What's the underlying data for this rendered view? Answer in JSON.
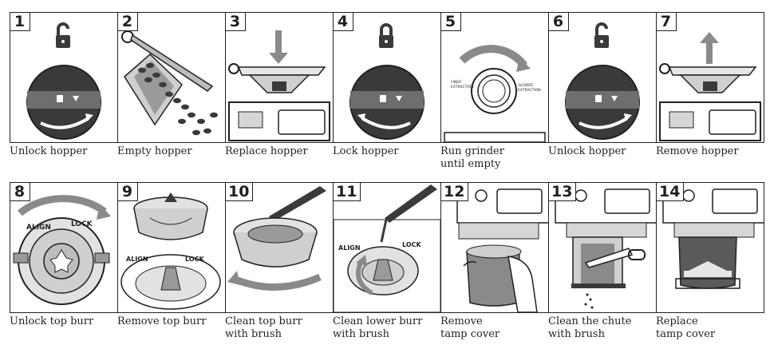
{
  "steps": [
    {
      "number": "1",
      "caption": "Unlock hopper"
    },
    {
      "number": "2",
      "caption": "Empty hopper"
    },
    {
      "number": "3",
      "caption": "Replace hopper"
    },
    {
      "number": "4",
      "caption": "Lock hopper"
    },
    {
      "number": "5",
      "caption": "Run grinder\nuntil empty"
    },
    {
      "number": "6",
      "caption": "Unlock hopper"
    },
    {
      "number": "7",
      "caption": "Remove hopper"
    },
    {
      "number": "8",
      "caption": "Unlock top burr"
    },
    {
      "number": "9",
      "caption": "Remove top burr"
    },
    {
      "number": "10",
      "caption": "Clean top burr\nwith brush"
    },
    {
      "number": "11",
      "caption": "Clean lower burr\nwith brush"
    },
    {
      "number": "12",
      "caption": "Remove\ntamp cover"
    },
    {
      "number": "13",
      "caption": "Clean the chute\nwith brush"
    },
    {
      "number": "14",
      "caption": "Replace\ntamp cover"
    }
  ],
  "dial_labels": {
    "align": "ALIGN",
    "lock": "LOCK"
  },
  "grind_labels": {
    "finer": "FINER\nEXTRACTION",
    "slower": "SLOWER\nEXTRACTION"
  },
  "icons": {
    "step1": "padlock-open-icon",
    "step2": "coffee-beans-icon",
    "step3": "arrow-down-icon",
    "step4": "padlock-closed-icon",
    "step5": "grind-dial-icon",
    "step6": "padlock-open-icon",
    "step7": "arrow-up-icon",
    "step8": "burr-rotate-icon",
    "step9": "top-burr-icon",
    "step10": "brush-icon",
    "step11": "brush-icon",
    "step12": "tamp-cover-icon",
    "step13": "brush-icon",
    "step14": "tamp-cover-icon"
  },
  "colors": {
    "ink": "#231f20",
    "dark_fill": "#3a3a3a",
    "mid_gray": "#9a9a9a",
    "light_gray": "#d6d6d6"
  }
}
